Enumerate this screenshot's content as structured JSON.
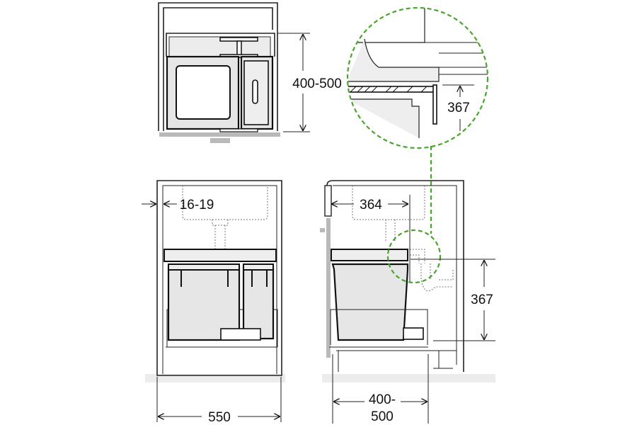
{
  "dimensions": {
    "top_depth": "400-500",
    "side_offset": "16-19",
    "cabinet_width": "550",
    "sink_depth": "364",
    "drawer_height": "367",
    "detail_height": "367",
    "cabinet_depth_line1": "400-",
    "cabinet_depth_line2": "500"
  },
  "colors": {
    "detail_highlight": "#4aa52e",
    "bin_fill": "#e6e6e6"
  }
}
